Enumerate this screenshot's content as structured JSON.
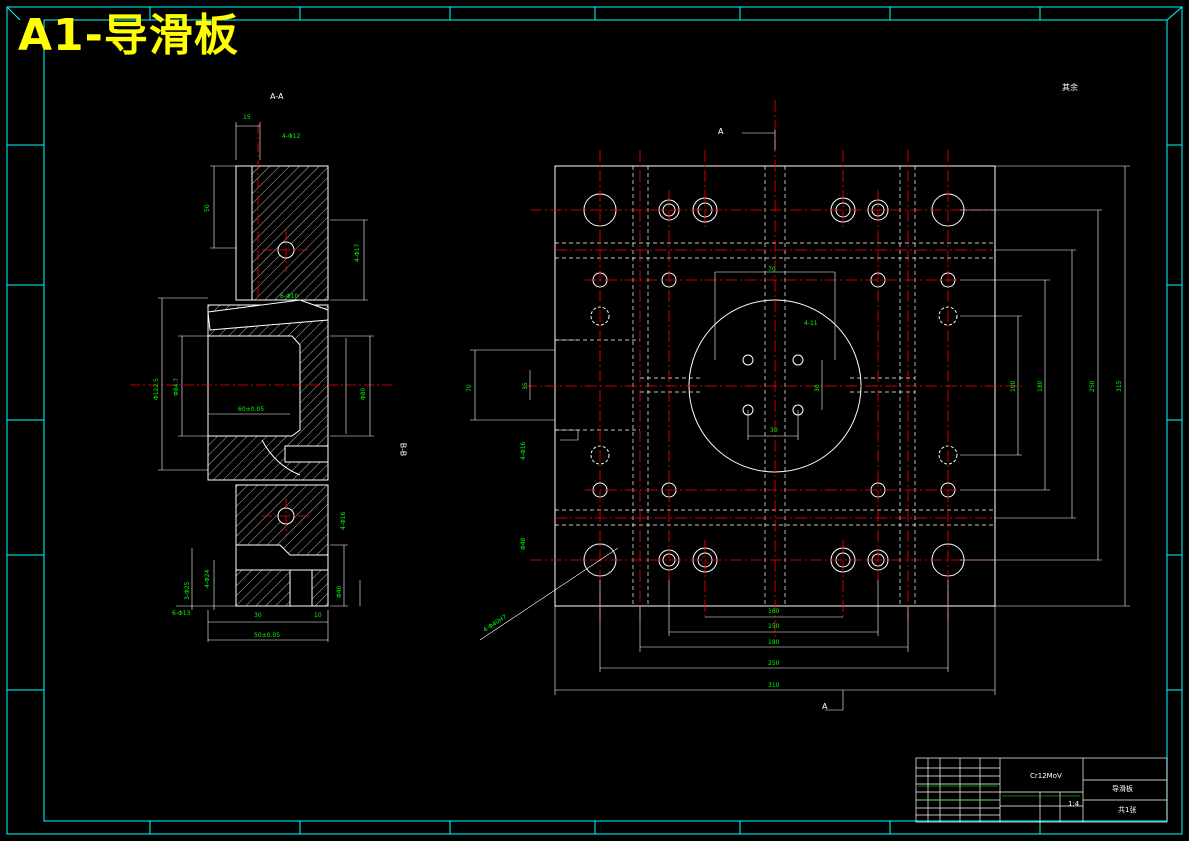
{
  "title": "A1-导滑板",
  "section_label": "A-A",
  "roughness_note": "其余",
  "section_mark_top": "A",
  "section_mark_bottom": "A",
  "side_view_label": "B-B",
  "left_dims": [
    "15",
    "4-Φ12",
    "50",
    "4-Φ17",
    "6-Φ10",
    "Φ122.5",
    "Φ84.7",
    "60±0.05",
    "Φ80",
    "4-Φ16",
    "4-Φ24",
    "3-Φ25",
    "6-Φ13",
    "Φ40",
    "30",
    "10",
    "50±0.05"
  ],
  "right_dims": {
    "bottom": [
      "160",
      "150",
      "180",
      "250",
      "310"
    ],
    "right": [
      "100",
      "180",
      "250",
      "315"
    ],
    "center": [
      "4-11",
      "30",
      "70",
      "30"
    ],
    "left": [
      "70",
      "35",
      "4-Φ16",
      "Φ48"
    ],
    "leader": "4-Φ40H7"
  },
  "title_block": {
    "material": "Cr12MoV",
    "part_name": "导滑板",
    "scale": "1:4",
    "sheet": "共1张"
  },
  "colors": {
    "border": "#00ffff",
    "part": "#ffffff",
    "center": "#ff0000",
    "dim": "#00ff00",
    "title": "#ffff00"
  }
}
